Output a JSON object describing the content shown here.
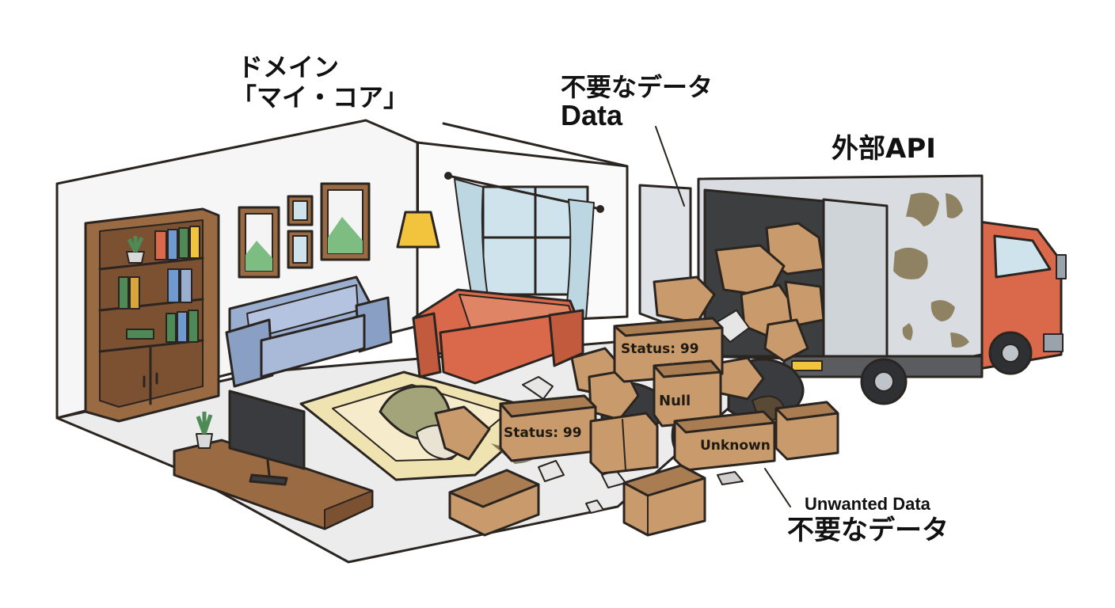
{
  "labels": {
    "domain_line1": "ドメイン",
    "domain_line2": "「マイ・コア」",
    "unneeded_jp": "不要なデータ",
    "unneeded_en": "Data",
    "external_api": "外部API",
    "unwanted_en": "Unwanted Data",
    "unwanted_jp": "不要なデータ"
  },
  "boxes": {
    "status_upper": "Status: 99",
    "null": "Null",
    "status_lower": "Status: 99",
    "unknown": "Unknown"
  },
  "colors": {
    "outline": "#2a2520",
    "cardboard": "#c99a6b",
    "cardboard_dark": "#a97c52",
    "sofa_blue": "#9aaed0",
    "sofa_red": "#d9694a",
    "truck_cab": "#d9694a",
    "truck_body": "#d9dde2",
    "bookshelf": "#9a6a42",
    "lamp": "#f2c33c",
    "rug": "#f0e3b2",
    "stain": "#7a6b43"
  }
}
